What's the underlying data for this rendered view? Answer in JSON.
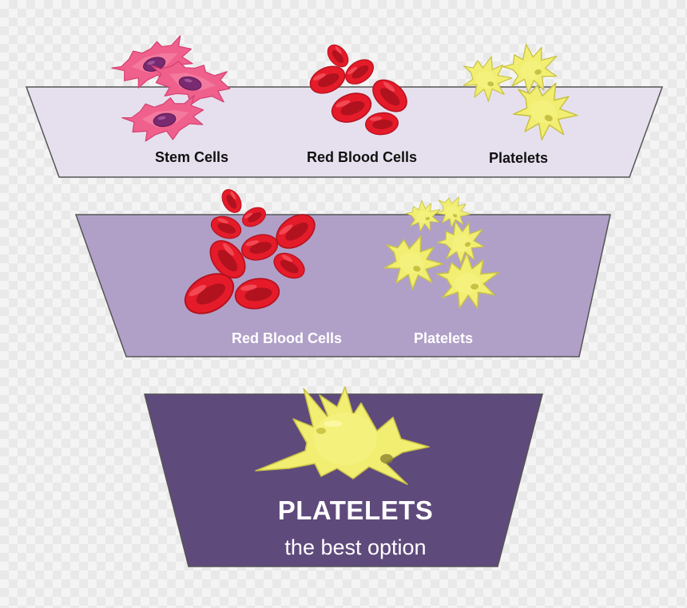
{
  "funnel": {
    "tier1": {
      "labels": [
        "Stem Cells",
        "Red Blood Cells",
        "Platelets"
      ],
      "fill": "#e6e0ee"
    },
    "tier2": {
      "labels": [
        "Red Blood Cells",
        "Platelets"
      ],
      "fill": "#b0a0c8"
    },
    "tier3": {
      "title": "PLATELETS",
      "subtitle": "the best option",
      "fill": "#5f4a7c"
    }
  },
  "colors": {
    "stem_cell": "#f0608c",
    "stem_nucleus": "#7a2a70",
    "red_cell": "#e51b2a",
    "red_cell_shade": "#a8101c",
    "platelet": "#f1ee72",
    "platelet_shade": "#bdb634"
  }
}
